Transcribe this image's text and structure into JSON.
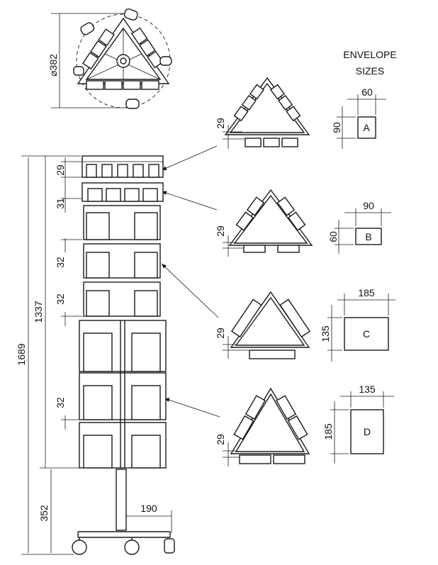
{
  "envelope_heading": {
    "line1": "ENVELOPE",
    "line2": "SIZES"
  },
  "top_view": {
    "diameter_label": "⌀382"
  },
  "heights": {
    "total": "1689",
    "upper": "1337",
    "base": "352",
    "section_29": "29",
    "section_31": "31",
    "section_32a": "32",
    "section_32b": "32",
    "section_32c": "32",
    "base_radius": "190"
  },
  "triangles": [
    {
      "dim": "29"
    },
    {
      "dim": "29"
    },
    {
      "dim": "29"
    },
    {
      "dim": "29"
    }
  ],
  "envelopes": [
    {
      "letter": "A",
      "width": "60",
      "height": "90"
    },
    {
      "letter": "B",
      "width": "90",
      "height": "60"
    },
    {
      "letter": "C",
      "width": "185",
      "height": "135"
    },
    {
      "letter": "D",
      "width": "135",
      "height": "185"
    }
  ]
}
